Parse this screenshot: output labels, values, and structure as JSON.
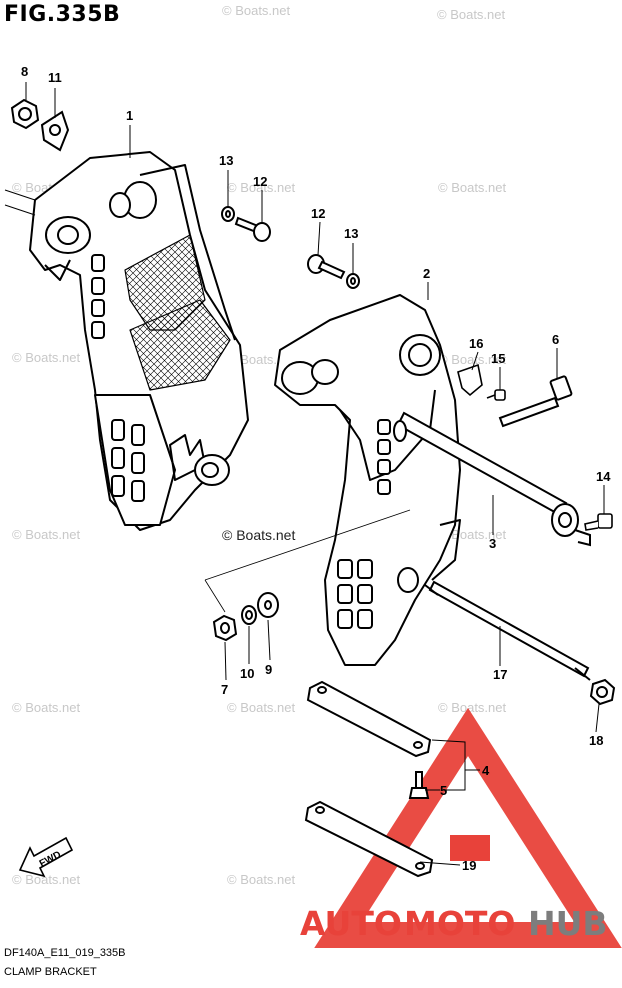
{
  "figure": {
    "title": "FIG.335B",
    "code": "DF140A_E11_019_335B",
    "caption": "CLAMP BRACKET"
  },
  "watermark": {
    "text": "© Boats.net"
  },
  "callouts": [
    {
      "id": "label-8",
      "text": "8"
    },
    {
      "id": "label-11",
      "text": "11"
    },
    {
      "id": "label-1",
      "text": "1"
    },
    {
      "id": "label-13a",
      "text": "13"
    },
    {
      "id": "label-12a",
      "text": "12"
    },
    {
      "id": "label-12b",
      "text": "12"
    },
    {
      "id": "label-13b",
      "text": "13"
    },
    {
      "id": "label-2",
      "text": "2"
    },
    {
      "id": "label-16",
      "text": "16"
    },
    {
      "id": "label-15",
      "text": "15"
    },
    {
      "id": "label-6",
      "text": "6"
    },
    {
      "id": "label-14",
      "text": "14"
    },
    {
      "id": "label-3",
      "text": "3"
    },
    {
      "id": "label-17",
      "text": "17"
    },
    {
      "id": "label-18",
      "text": "18"
    },
    {
      "id": "label-4",
      "text": "4"
    },
    {
      "id": "label-5",
      "text": "5"
    },
    {
      "id": "label-19",
      "text": "19"
    },
    {
      "id": "label-7",
      "text": "7"
    },
    {
      "id": "label-10",
      "text": "10"
    },
    {
      "id": "label-9",
      "text": "9"
    }
  ],
  "fwd_marker": {
    "text": "FWD"
  },
  "logo": {
    "part1": "AUTO",
    "part2": "MOTO",
    "part3": "HUB",
    "colors": {
      "red": "#e8423a",
      "gray": "#7d7d7d"
    }
  }
}
